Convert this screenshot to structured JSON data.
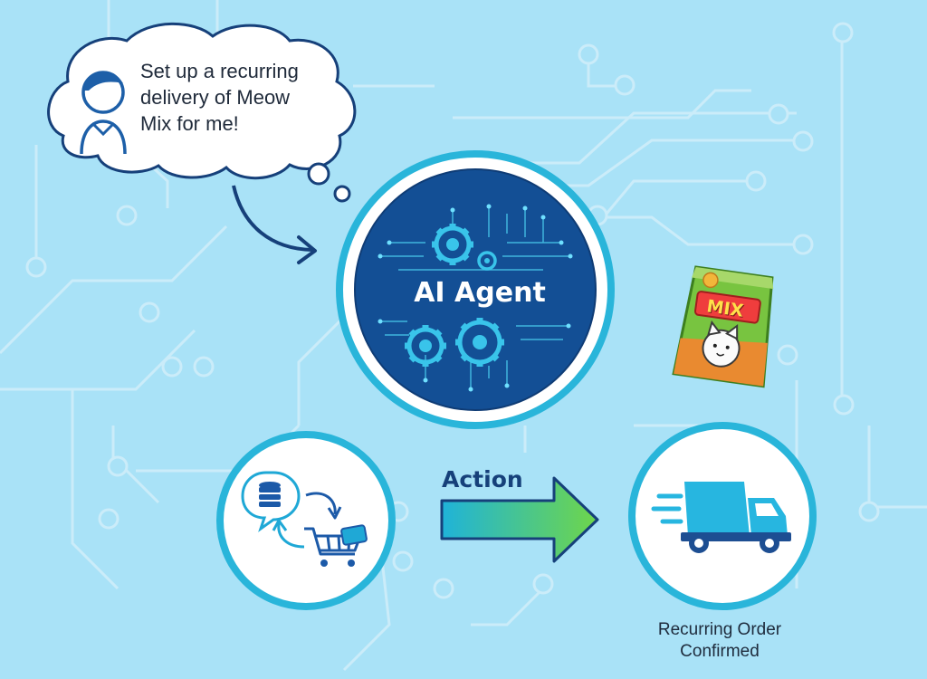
{
  "user_request": {
    "line1": "Set up a recurring",
    "line2": "delivery of Meow",
    "line3": "Mix for me!"
  },
  "agent": {
    "title": "AI Agent"
  },
  "product": {
    "brand_text": "MIX"
  },
  "action": {
    "label": "Action"
  },
  "result": {
    "line1": "Recurring Order",
    "line2": "Confirmed"
  },
  "colors": {
    "background": "#a9e2f7",
    "circuit": "#cdeefa",
    "ring": "#28b6da",
    "agent_fill": "#114f95",
    "arrow_start": "#1fb3d9",
    "arrow_end": "#6fd64a",
    "truck": "#27b6e0"
  }
}
